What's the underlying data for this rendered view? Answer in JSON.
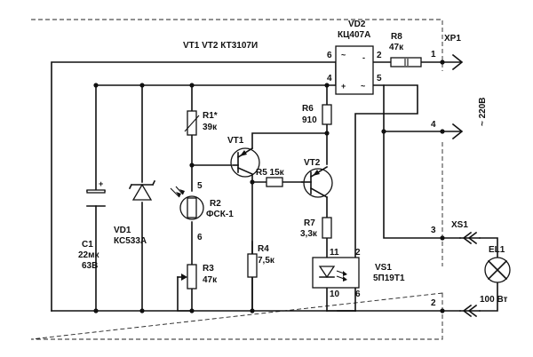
{
  "labels": {
    "vt_header": "VT1  VT2 КТ3107И",
    "vd2": "VD2",
    "vd2_type": "КЦ407А",
    "r8": "R8",
    "r8_val": "47к",
    "xp1": "XP1",
    "mains": "~ 220В",
    "r1": "R1*",
    "r1_val": "39к",
    "r6": "R6",
    "r6_val": "910",
    "vt1": "VT1",
    "vt2": "VT2",
    "r5": "R5 15к",
    "c1": "C1",
    "c1_val": "22мк",
    "c1_volt": "63В",
    "vd1": "VD1",
    "vd1_type": "КС533А",
    "r2": "R2",
    "r2_type": "ФСК-1",
    "r7": "R7",
    "r7_val": "3,3к",
    "r4": "R4",
    "r4_val": "7,5к",
    "r3": "R3",
    "r3_val": "47к",
    "vs1": "VS1",
    "vs1_type": "5П19Т1",
    "xs1": "XS1",
    "el1": "EL1",
    "el1_val": "100 Вт",
    "c1_plus": "+",
    "vd2_plus": "+",
    "vd2_minus": "-",
    "vd2_tl": "~",
    "vd2_br": "~"
  },
  "pins": {
    "vd2_6": "6",
    "vd2_2": "2",
    "vd2_4": "4",
    "vd2_5": "5",
    "xp1_1": "1",
    "xp1_4": "4",
    "xs1_3": "3",
    "xs1_2": "2",
    "r2_5": "5",
    "r2_6": "6",
    "vs1_11": "11",
    "vs1_2": "2",
    "vs1_10": "10",
    "vs1_6": "6"
  }
}
